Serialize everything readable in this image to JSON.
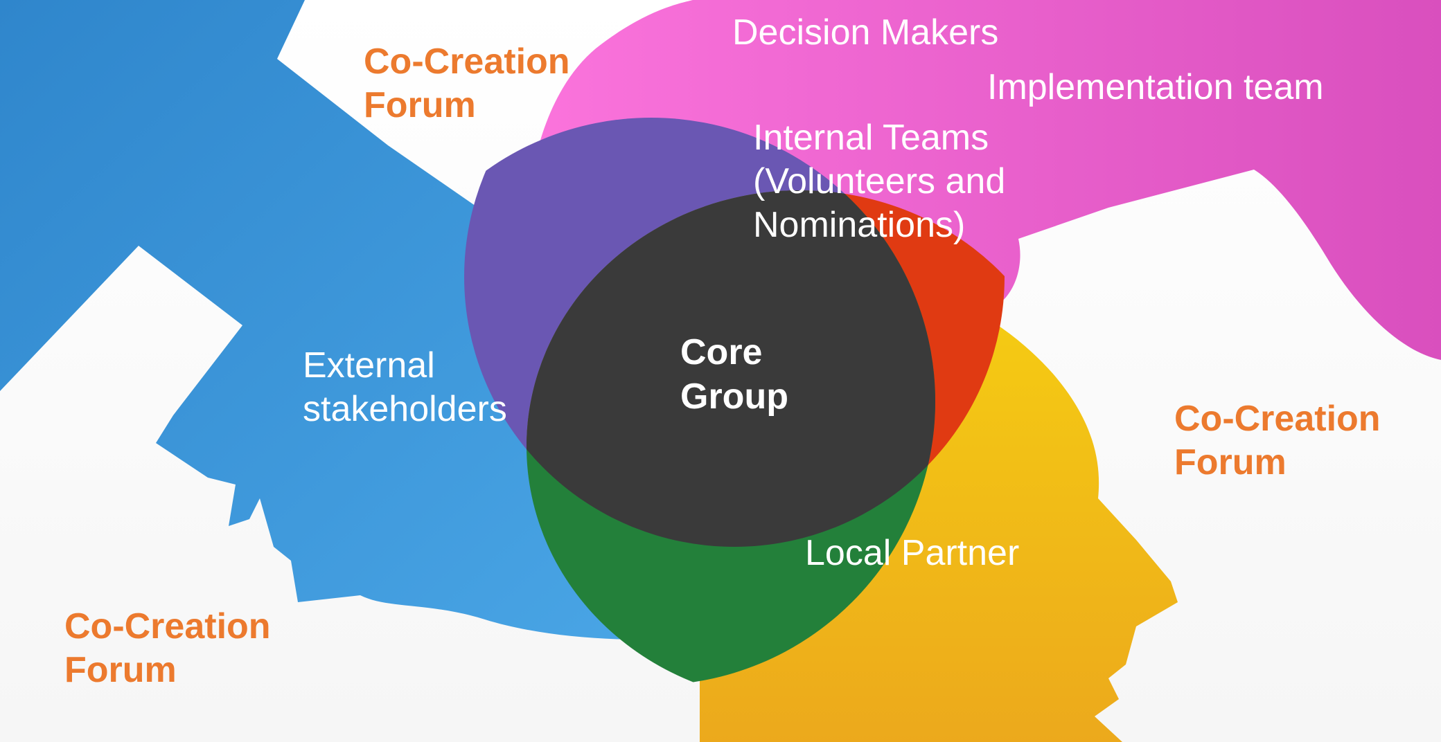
{
  "colors": {
    "blue_head": "#3f97d8",
    "pink_head": "#f06ad3",
    "yellow_head": "#f2bd14",
    "overlap_blue_pink": "#6a57b3",
    "overlap_pink_yellow": "#e03a12",
    "overlap_blue_yellow": "#23803a",
    "core_center": "#3a3a3a",
    "forum_text": "#ec7a2e",
    "label_text": "#ffffff"
  },
  "labels": {
    "decision_makers": "Decision Makers",
    "implementation_team": "Implementation team",
    "internal_teams": [
      "Internal Teams",
      "(Volunteers and",
      "Nominations)"
    ],
    "external_stakeholders": [
      "External",
      "stakeholders"
    ],
    "local_partner": "Local Partner",
    "core_group": [
      "Core",
      "Group"
    ]
  },
  "forums": [
    {
      "lines": [
        "Co-Creation",
        "Forum"
      ]
    },
    {
      "lines": [
        "Co-Creation",
        "Forum"
      ]
    },
    {
      "lines": [
        "Co-Creation",
        "Forum"
      ]
    }
  ]
}
